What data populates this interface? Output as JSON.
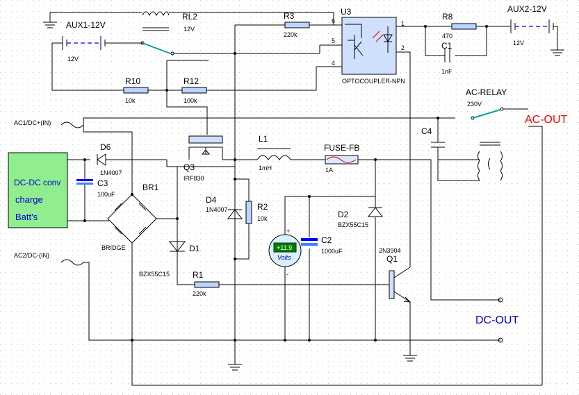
{
  "labels": {
    "aux1": "AUX1-12V",
    "aux1_v": "12V",
    "rl2": "RL2",
    "rl2_v": "12V",
    "r3": "R3",
    "r3_v": "220k",
    "u3": "U3",
    "u3_type": "OPTOCOUPLER-NPN",
    "u3_pin1": "1",
    "u3_pin2": "2",
    "u3_pin4": "4",
    "u3_pin5": "5",
    "u3_pin6": "6",
    "r8": "R8",
    "r8_v": "470",
    "c1": "C1",
    "c1_v": "1nF",
    "aux2": "AUX2-12V",
    "aux2_v": "12V",
    "r10": "R10",
    "r10_v": "10k",
    "r12": "R12",
    "r12_v": "100k",
    "ac_relay": "AC-RELAY",
    "ac_relay_v": "230V",
    "ac_out": "AC-OUT",
    "ac1": "AC1/DC+(IN)",
    "c4": "C4",
    "dcdc_line1": "DC-DC conv",
    "dcdc_line2": "charge",
    "dcdc_line3": "Batt's",
    "d6": "D6",
    "d6_v": "1N4007",
    "c3": "C3",
    "c3_v": "100uF",
    "br1": "BR1",
    "bridge": "BRIDGE",
    "q3": "Q3",
    "q3_v": "IRF830",
    "l1": "L1",
    "l1_v": "1mH",
    "fuse": "FUSE-FB",
    "fuse_v": "1A",
    "d4": "D4",
    "d4_v": "1N4007",
    "r2": "R2",
    "r2_v": "10k",
    "d2": "D2",
    "d2_v": "BZX55C15",
    "c2": "C2",
    "c2_v": "1000uF",
    "meter_value": "+11.9",
    "meter_unit": "Volts",
    "meter_plus": "+",
    "meter_minus": "-",
    "q1": "Q1",
    "q1_v": "2N3904",
    "d1": "D1",
    "d1_v": "BZX55C15",
    "r1": "R1",
    "r1_v": "220k",
    "ac2": "AC2/DC-(IN)",
    "dc_out": "DC-OUT"
  }
}
